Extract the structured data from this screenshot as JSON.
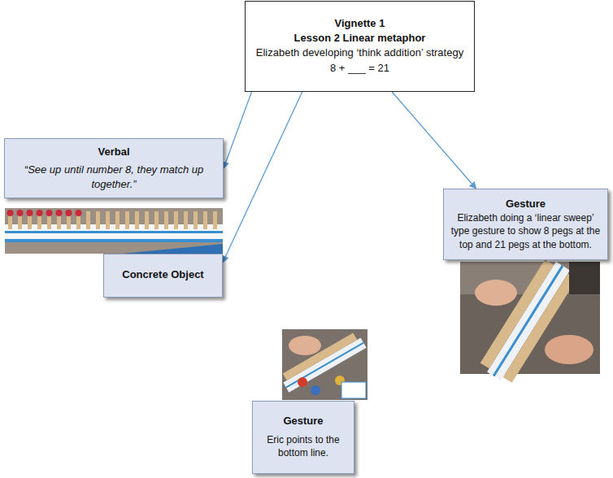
{
  "diagram": {
    "nodes": [
      {
        "text": [
          "Vignette 1",
          "Lesson 2 Linear metaphor",
          "Elizabeth developing ‘think addition’ strategy",
          "8 + ___ = 21"
        ]
      },
      {
        "text": [
          "Verbal",
          "“See up until number 8, they match up together.”"
        ]
      },
      {
        "text": [
          "Concrete Object"
        ]
      },
      {
        "text": [
          "Gesture",
          "Elizabeth doing a ‘linear sweep’ type gesture to show 8 pegs at the top and 21 pegs at the bottom."
        ]
      },
      {
        "text": [
          "Gesture",
          "Eric points to the bottom line."
        ]
      }
    ],
    "edges": [
      {
        "from": 0,
        "to": 1,
        "arrow": "to"
      },
      {
        "from": 0,
        "to": 2,
        "arrow": "to"
      },
      {
        "from": 0,
        "to": 3,
        "arrow": "to"
      }
    ]
  }
}
